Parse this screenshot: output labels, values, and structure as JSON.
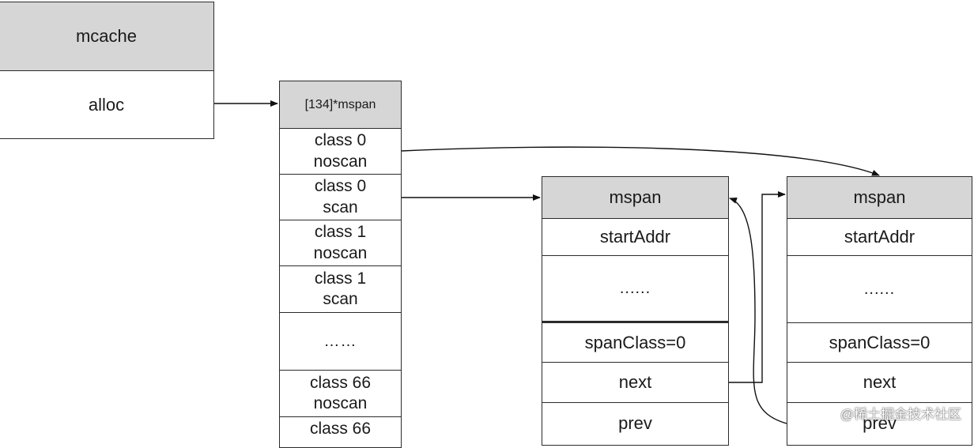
{
  "mcache": {
    "title": "mcache",
    "alloc": "alloc"
  },
  "span_array": {
    "header": "[134]*mspan",
    "rows": [
      {
        "line1": "class 0",
        "line2": "noscan"
      },
      {
        "line1": "class 0",
        "line2": "scan"
      },
      {
        "line1": "class 1",
        "line2": "noscan"
      },
      {
        "line1": "class 1",
        "line2": "scan"
      },
      {
        "line1": "……",
        "line2": ""
      },
      {
        "line1": "class 66",
        "line2": "noscan"
      },
      {
        "line1": "class 66",
        "line2": ""
      }
    ]
  },
  "mspan_a": {
    "title": "mspan",
    "start": "startAddr",
    "dots": "......",
    "span_class": "spanClass=0",
    "next": "next",
    "prev": "prev"
  },
  "mspan_b": {
    "title": "mspan",
    "start": "startAddr",
    "dots": "......",
    "span_class": "spanClass=0",
    "next": "next",
    "prev": "prev"
  },
  "watermark": "@稀土掘金技术社区",
  "colors": {
    "header_fill": "#d6d6d6",
    "border": "#2b2b2b",
    "arrow": "#111111"
  }
}
